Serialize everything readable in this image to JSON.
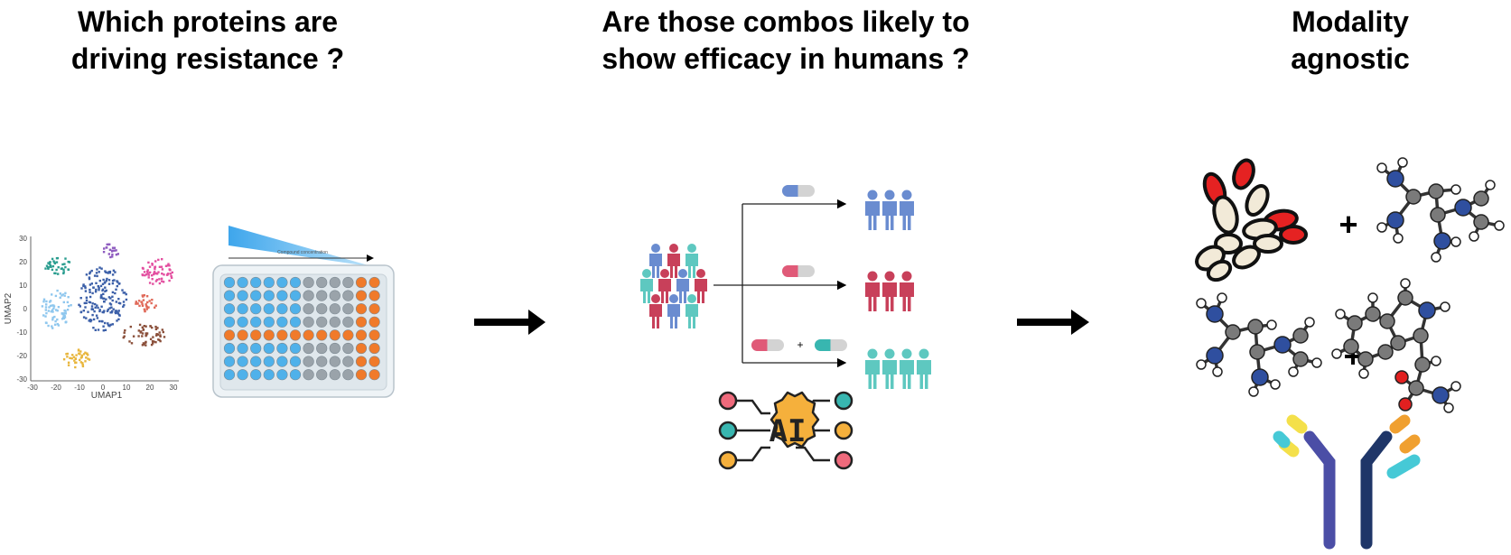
{
  "headings": {
    "left": [
      "Which proteins are",
      "driving resistance ?"
    ],
    "middle": [
      "Are those combos likely to",
      "show efficacy in humans ?"
    ],
    "right": [
      "Modality",
      "agnostic"
    ]
  },
  "umap": {
    "xlabel": "UMAP1",
    "ylabel": "UMAP2",
    "xticks": [
      "-30",
      "-20",
      "-10",
      "0",
      "10",
      "20",
      "30"
    ],
    "yticks": [
      "30",
      "20",
      "10",
      "0",
      "-10",
      "-20",
      "-30"
    ]
  },
  "plate": {
    "gradient_label": "Compound concentration"
  },
  "combo": {
    "plus_sign": "+"
  },
  "ai_chip": {
    "label": "AI"
  },
  "molecules": {
    "plus_top": "+",
    "plus_bottom": "+"
  },
  "colors": {
    "blue_people": "#6a8cd0",
    "red_people": "#c8405a",
    "teal_people": "#5ec8c0",
    "ai_chip": "#f5b03c",
    "arrow": "#000000"
  }
}
